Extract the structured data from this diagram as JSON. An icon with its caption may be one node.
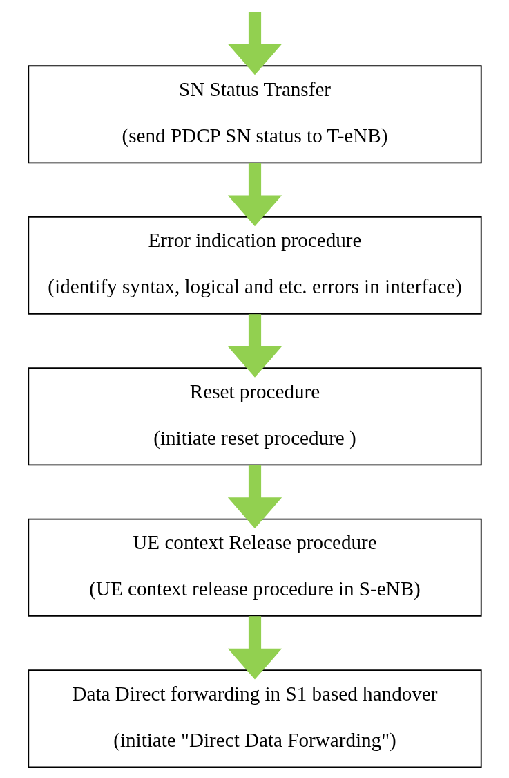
{
  "diagram": {
    "nodes": [
      {
        "text": [
          "SN Status Transfer",
          "(send PDCP SN status to T-eNB)"
        ]
      },
      {
        "text": [
          "Error indication procedure",
          "(identify syntax, logical and etc. errors in interface)"
        ]
      },
      {
        "text": [
          "Reset procedure",
          "(initiate reset procedure )"
        ]
      },
      {
        "text": [
          "UE context Release procedure",
          "(UE context release procedure in S-eNB)"
        ]
      },
      {
        "text": [
          "Data Direct forwarding in S1 based handover",
          "(initiate \"Direct Data Forwarding\")"
        ]
      }
    ],
    "edges": [
      {
        "from": null,
        "to": 0,
        "arrow": "to"
      },
      {
        "from": 0,
        "to": 1,
        "arrow": "to"
      },
      {
        "from": 1,
        "to": 2,
        "arrow": "to"
      },
      {
        "from": 2,
        "to": 3,
        "arrow": "to"
      },
      {
        "from": 3,
        "to": 4,
        "arrow": "to"
      }
    ]
  }
}
